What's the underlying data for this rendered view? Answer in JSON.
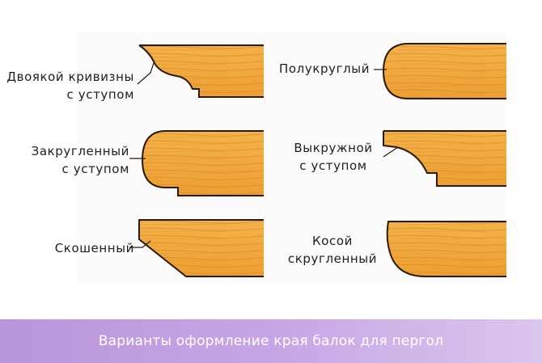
{
  "labels": {
    "double_curve_line1": "Двоякой кривизны",
    "double_curve_line2": "с уступом",
    "semicircular": "Полукруглый",
    "rounded_step_line1": "Закругленный",
    "rounded_step_line2": "с уступом",
    "cove_step_line1": "Выкружной",
    "cove_step_line2": "с уступом",
    "beveled": "Скошенный",
    "oblique_rounded_line1": "Косой",
    "oblique_rounded_line2": "скругленный"
  },
  "caption": "Варианты оформление края балок для пергол",
  "colors": {
    "wood_fill": "#f2a93c",
    "wood_grain": "#d98a1f",
    "outline": "#2a1a0a",
    "caption_bar": "#c7a5e4",
    "caption_text": "#ffffff"
  }
}
